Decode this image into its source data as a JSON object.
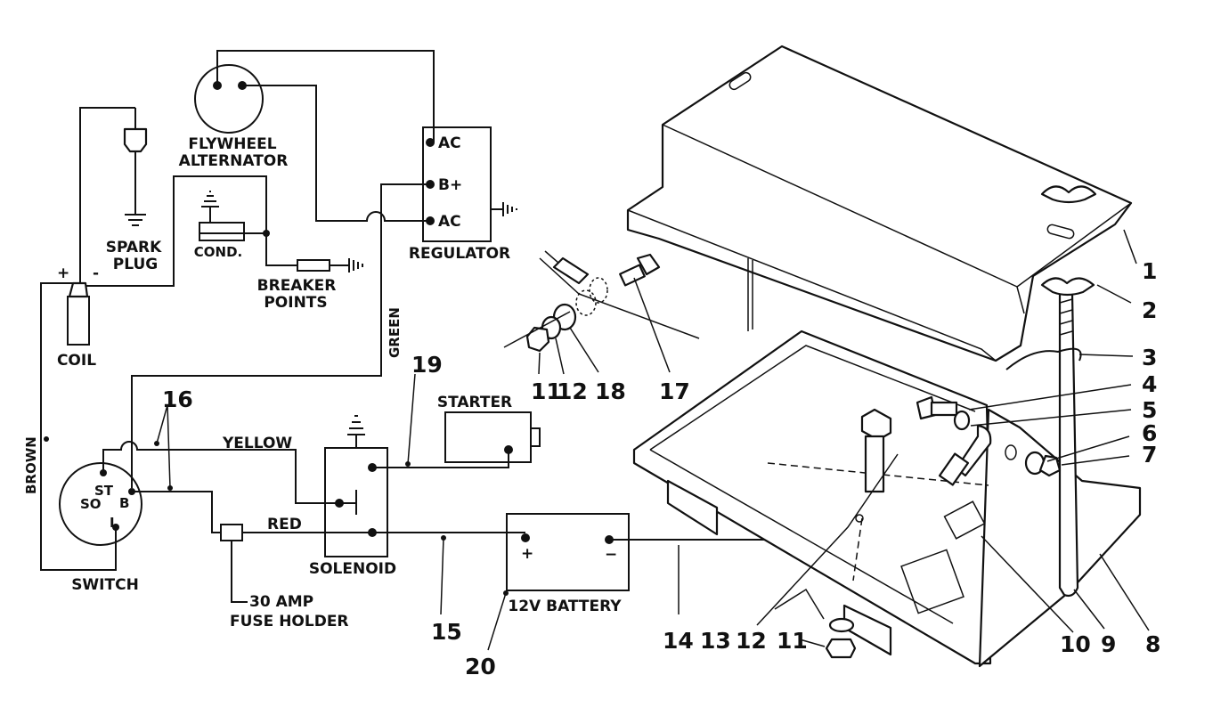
{
  "schematic": {
    "flywheel_alternator": [
      "FLYWHEEL",
      "ALTERNATOR"
    ],
    "spark_plug": [
      "SPARK",
      "PLUG"
    ],
    "cond": "COND.",
    "breaker_points": [
      "BREAKER",
      "POINTS"
    ],
    "regulator": "REGULATOR",
    "reg_ac_top": "AC",
    "reg_bplus": "B+",
    "reg_ac_bottom": "AC",
    "coil": "COIL",
    "coil_plus": "+",
    "coil_minus": "-",
    "green": "GREEN",
    "brown": "BROWN",
    "yellow": "YELLOW",
    "red": "RED",
    "switch": "SWITCH",
    "sw_st": "ST",
    "sw_so": "SO",
    "sw_b": "B",
    "sw_i": "I",
    "starter": "STARTER",
    "solenoid": "SOLENOID",
    "fuse_holder": [
      "30 AMP",
      "FUSE HOLDER"
    ],
    "battery": "12V BATTERY",
    "bat_plus": "+",
    "bat_minus": "−"
  },
  "callouts": {
    "n1": "1",
    "n2": "2",
    "n3": "3",
    "n4": "4",
    "n5": "5",
    "n6": "6",
    "n7": "7",
    "n8": "8",
    "n9": "9",
    "n10": "10",
    "n11_left": "11",
    "n12_left": "12",
    "n18": "18",
    "n17": "17",
    "n11_right": "11",
    "n12_right": "12",
    "n13": "13",
    "n14": "14",
    "n15": "15",
    "n16": "16",
    "n19": "19",
    "n20": "20"
  }
}
